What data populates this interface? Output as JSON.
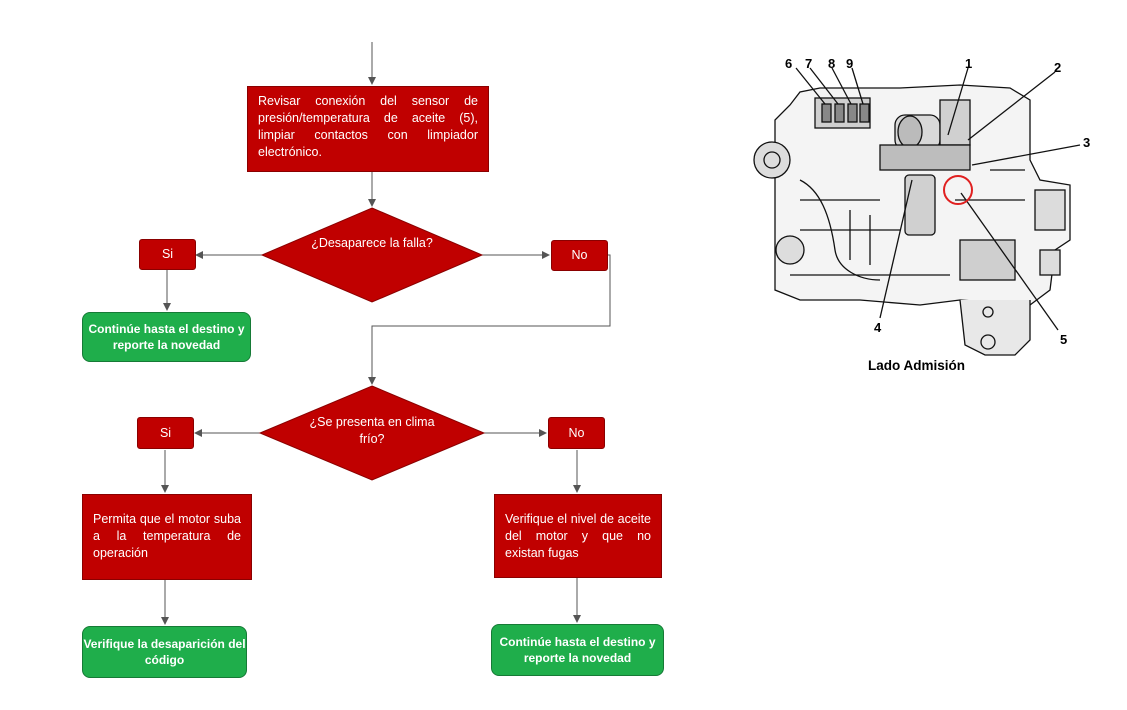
{
  "flowchart": {
    "step_check_connection": "Revisar conexión del sensor de presión/temperatura de aceite (5), limpiar contactos con limpiador electrónico.",
    "decision_fault_disappears": "¿Desaparece la falla?",
    "yes_label_1": "Si",
    "no_label_1": "No",
    "end_continue_1": "Continúe hasta el destino y reporte la novedad",
    "decision_cold_weather": "¿Se presenta en clima frío?",
    "yes_label_2": "Si",
    "no_label_2": "No",
    "step_warm_engine": "Permita que el motor suba a la temperatura de operación",
    "step_check_oil": "Verifique el nivel de aceite del motor y que no existan fugas",
    "end_verify_code": "Verifique la desaparición del código",
    "end_continue_2": "Continúe hasta el destino y reporte la novedad"
  },
  "engine_figure": {
    "callouts": [
      "1",
      "2",
      "3",
      "4",
      "5",
      "6",
      "7",
      "8",
      "9"
    ],
    "caption": "Lado Admisión",
    "highlight_color": "#e02020"
  },
  "colors": {
    "process_red": "#c00000",
    "terminal_green": "#1fae4b",
    "connector": "#555555"
  }
}
